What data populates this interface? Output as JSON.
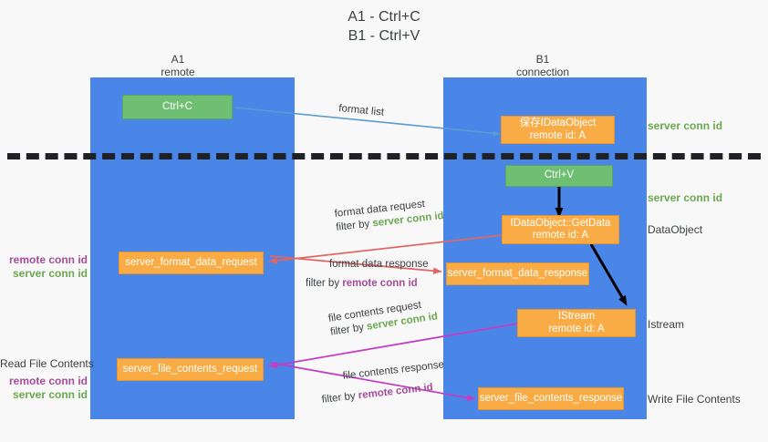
{
  "title": "A1 - Ctrl+C\nB1 - Ctrl+V",
  "columns": [
    {
      "name": "A1",
      "role": "remote"
    },
    {
      "name": "B1",
      "role": "connection"
    }
  ],
  "colors": {
    "lane": "#4a86e8",
    "box_orange": "#f9ac45",
    "box_green": "#6fbf73",
    "server_conn": "#6aa84f",
    "remote_conn": "#a64d9a",
    "arrow_blue": "#5b9bd5",
    "arrow_red": "#e06666",
    "arrow_magenta": "#c23fc2",
    "arrow_black": "#000000",
    "separator": "#202124",
    "background": "#f8f8f8"
  },
  "boxes": {
    "ctrl_c": {
      "line1": "Ctrl+C"
    },
    "save_idataobject": {
      "line1": "保存IDataObject",
      "line2": "remote id: A"
    },
    "ctrl_v": {
      "line1": "Ctrl+V"
    },
    "getdata": {
      "line1": "IDataObject::GetData",
      "line2": "remote id: A"
    },
    "format_data_request": {
      "line1": "server_format_data_request"
    },
    "format_data_response": {
      "line1": "server_format_data_response"
    },
    "istream": {
      "line1": "IStream",
      "line2": "remote id: A"
    },
    "file_contents_request": {
      "line1": "server_file_contents_request"
    },
    "file_contents_response": {
      "line1": "server_file_contents_response"
    }
  },
  "side_labels": {
    "server_conn_id_1": "server conn id",
    "server_conn_id_2": "server conn id",
    "dataobject": "DataObject",
    "istream": "Istream",
    "write_file_contents": "Write File Contents"
  },
  "left_labels": {
    "conn_ids_top": {
      "remote": "remote conn id",
      "server": "server conn id"
    },
    "read_file_contents": "Read File Contents",
    "conn_ids_bottom": {
      "remote": "remote conn id",
      "server": "server conn id"
    }
  },
  "edges": [
    {
      "id": "format-list",
      "caption": "format list",
      "filter_prefix": "",
      "filter_value": "",
      "color": "#5b9bd5"
    },
    {
      "id": "format-data-request",
      "caption": "format data request",
      "filter_prefix": "filter by ",
      "filter_value": "server conn id",
      "filter_color": "server",
      "color": "#e06666"
    },
    {
      "id": "format-data-response",
      "caption": "format data response",
      "filter_prefix": "filter by ",
      "filter_value": "remote conn id",
      "filter_color": "remote",
      "color": "#e06666"
    },
    {
      "id": "file-contents-request",
      "caption": "file contents request",
      "filter_prefix": "filter by ",
      "filter_value": "server conn id",
      "filter_color": "server",
      "color": "#c23fc2"
    },
    {
      "id": "file-contents-response",
      "caption": "file contents response",
      "filter_prefix": "filter by ",
      "filter_value": "remote conn id",
      "filter_color": "remote",
      "color": "#c23fc2"
    }
  ]
}
